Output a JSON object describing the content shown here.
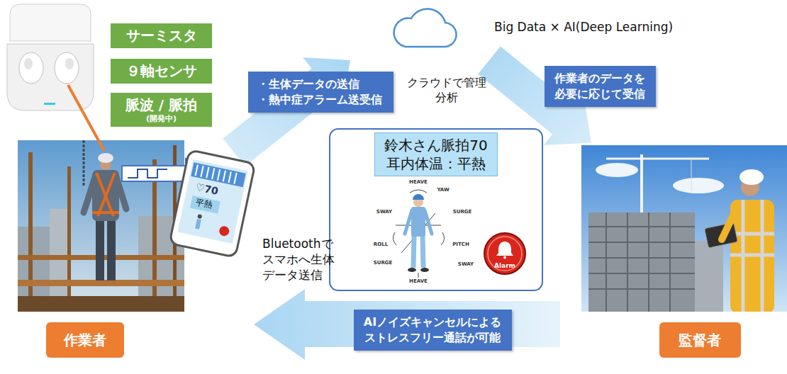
{
  "diagram": {
    "nodes": [
      {
        "text": [
          "サーミスタ"
        ]
      },
      {
        "text": [
          "９軸センサ"
        ]
      },
      {
        "text": [
          "脈波 / 脈拍",
          "(開発中)"
        ]
      },
      {
        "text": [
          "・生体データの送信 ・熱中症アラーム送受信"
        ]
      },
      {
        "text": [
          "作業者のデータを 必要に応じて受信"
        ]
      },
      {
        "text": [
          "鈴木さん脈拍70 耳内体温：平熱"
        ]
      },
      {
        "text": [
          "Alarm"
        ]
      },
      {
        "text": [
          "AIノイズキャンセルによる ストレスフリー通話が可能"
        ]
      },
      {
        "text": [
          "作業者"
        ]
      },
      {
        "text": [
          "監督者"
        ]
      }
    ],
    "labels": [
      "Big Data × AI(Deep Learning)",
      "クラウドで管理 分析",
      "♡70",
      "平熱",
      "Bluetoothで スマホへ生体 データ送信",
      "HEAVE",
      "YAW",
      "SWAY",
      "SURGE",
      "ROLL",
      "PITCH",
      "SURGE",
      "SWAY",
      "HEAVE"
    ]
  }
}
